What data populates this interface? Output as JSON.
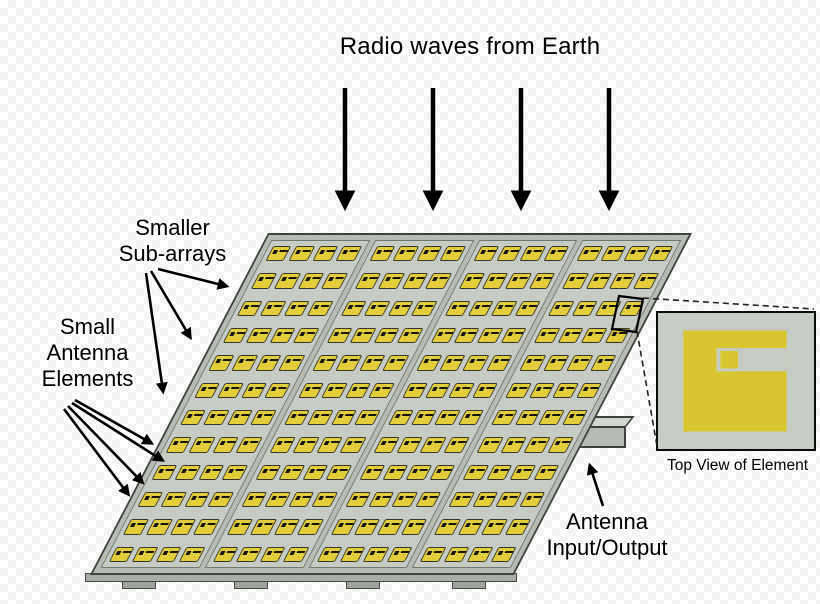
{
  "title": "Radio waves from Earth",
  "labels": {
    "subarrays": [
      "Smaller",
      "Sub-arrays"
    ],
    "elements": [
      "Small",
      "Antenna",
      "Elements"
    ],
    "io": [
      "Antenna",
      "Input/Output"
    ],
    "inset_caption": "Top View of Element"
  },
  "array": {
    "subarrays": 4,
    "columns_per_subarray": 4,
    "rows": 12
  },
  "wave_arrows": {
    "count": 4
  },
  "colors": {
    "element_yellow": "#e3cd3a",
    "panel_gray": "#b6bbb4",
    "subarray_gray": "#c6cbc4",
    "inset_yellow": "#d8c52f",
    "outline_black": "#000000"
  }
}
